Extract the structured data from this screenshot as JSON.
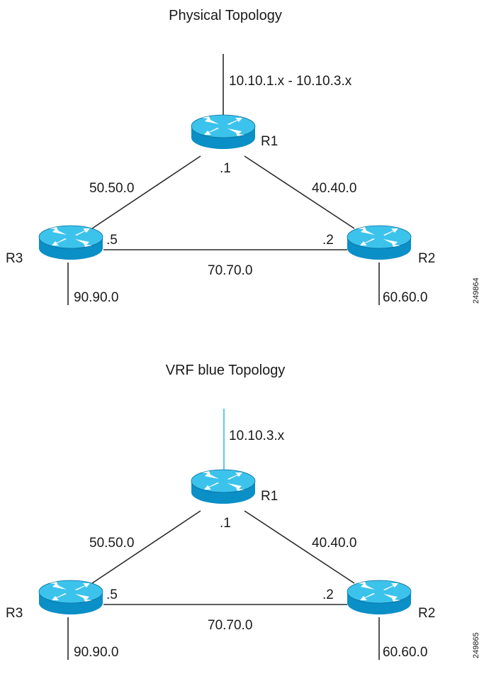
{
  "colors": {
    "router_top": "#3cc3ec",
    "router_body": "#0a8fc6",
    "router_edge": "#0b6f9c",
    "arrow": "#ffffff",
    "link": "#2a2a2a",
    "vrf_link": "#4fc3f0"
  },
  "icons": {
    "router": "router-icon"
  },
  "physical": {
    "title": "Physical Topology",
    "figure_id": "249864",
    "routers": {
      "r1": "R1",
      "r2": "R2",
      "r3": "R3"
    },
    "r1_uplink": "10.10.1.x - 10.10.3.x",
    "r1_host": ".1",
    "r2_host": ".2",
    "r3_host": ".5",
    "link_r1_r3": "50.50.0",
    "link_r1_r2": "40.40.0",
    "link_r3_r2": "70.70.0",
    "r3_downlink": "90.90.0",
    "r2_downlink": "60.60.0"
  },
  "vrf": {
    "title": "VRF blue Topology",
    "figure_id": "249865",
    "routers": {
      "r1": "R1",
      "r2": "R2",
      "r3": "R3"
    },
    "r1_uplink": "10.10.3.x",
    "r1_host": ".1",
    "r2_host": ".2",
    "r3_host": ".5",
    "link_r1_r3": "50.50.0",
    "link_r1_r2": "40.40.0",
    "link_r3_r2": "70.70.0",
    "r3_downlink": "90.90.0",
    "r2_downlink": "60.60.0"
  }
}
